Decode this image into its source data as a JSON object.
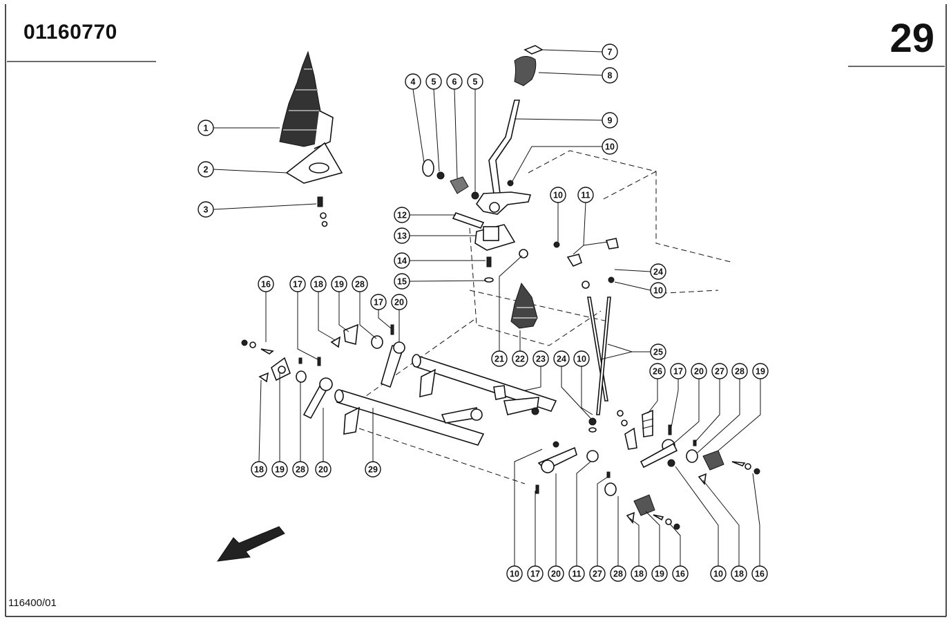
{
  "header": {
    "part_number": "01160770",
    "page_number": "29"
  },
  "footer": {
    "drawing_number": "116400/01"
  },
  "diagram": {
    "callouts": [
      "1",
      "2",
      "3",
      "4",
      "5",
      "6",
      "5",
      "7",
      "8",
      "9",
      "10",
      "10",
      "11",
      "12",
      "13",
      "14",
      "15",
      "24",
      "10",
      "16",
      "17",
      "18",
      "19",
      "28",
      "17",
      "20",
      "21",
      "22",
      "23",
      "24",
      "10",
      "25",
      "26",
      "17",
      "20",
      "27",
      "28",
      "19",
      "18",
      "19",
      "28",
      "20",
      "29",
      "10",
      "17",
      "20",
      "11",
      "27",
      "28",
      "18",
      "19",
      "16",
      "10",
      "18",
      "16"
    ],
    "direction_arrow": "arrow-down-left-icon"
  }
}
